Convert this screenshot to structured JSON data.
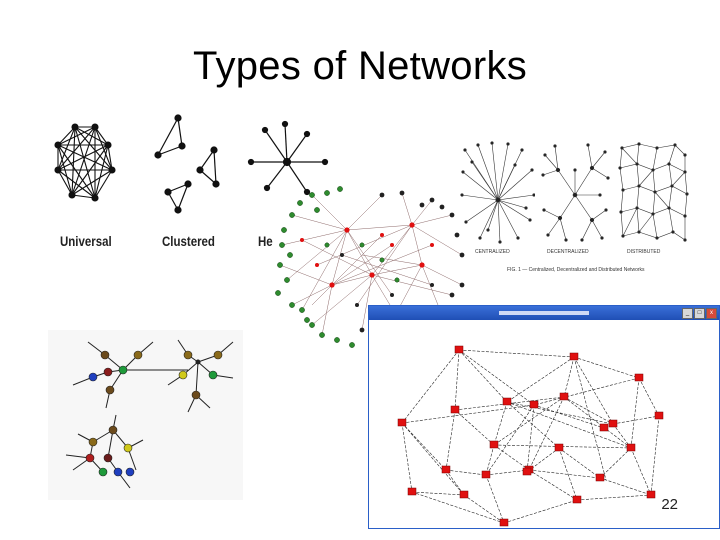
{
  "slide": {
    "title": "Types of Networks",
    "page_number": "22"
  },
  "network_labels": {
    "universal": "Universal",
    "clustered": "Clustered",
    "heterogeneous_partial": "He"
  },
  "baran_captions": {
    "centralized": "CENTRALIZED",
    "decentralized": "DECENTRALIZED",
    "distributed": "DISTRIBUTED",
    "figure": "FIG. 1 — Centralized, Decentralized and Distributed Networks"
  },
  "window": {
    "icons": [
      "minimize-icon",
      "maximize-icon",
      "close-icon"
    ]
  },
  "colors": {
    "node_red": "#e01010",
    "node_green": "#2e8b2e",
    "window_title": "#2a5fc8"
  }
}
